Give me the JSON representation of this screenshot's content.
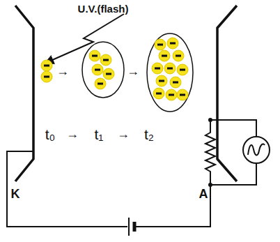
{
  "diagram": {
    "labels": [
      "U.V.(flash)",
      "→",
      "→",
      "t₀",
      "→",
      "t₁",
      "→",
      "t₂",
      "K",
      "A"
    ]
  }
}
